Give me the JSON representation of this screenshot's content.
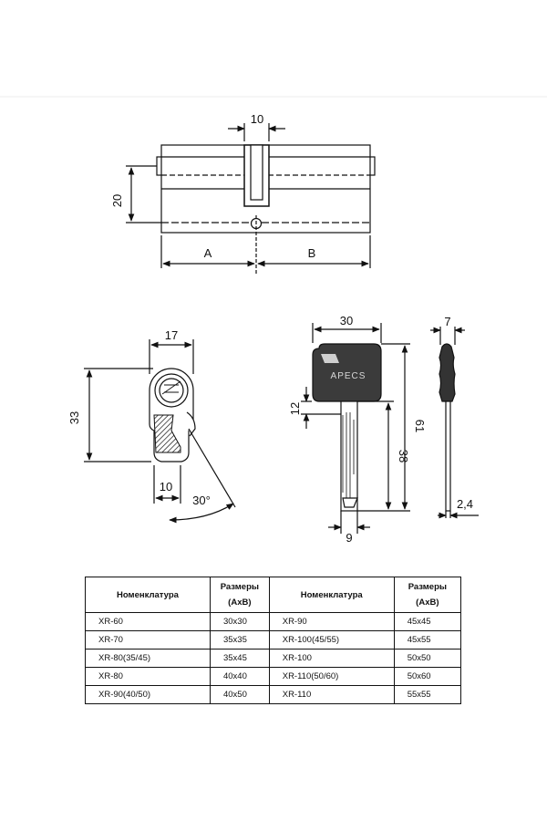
{
  "cylinder": {
    "dim_slot": "10",
    "dim_height": "20",
    "dim_a": "A",
    "dim_b": "B"
  },
  "cam_view": {
    "dim_width": "17",
    "dim_height": "33",
    "dim_bottom": "10",
    "dim_angle": "30°"
  },
  "key": {
    "brand": "APECS",
    "dim_head_width": "30",
    "dim_head": "12",
    "dim_blade": "38",
    "dim_total": "61",
    "dim_blade_width": "9"
  },
  "key_side": {
    "dim_thickness": "7",
    "dim_blade": "2,4"
  },
  "table": {
    "headers": [
      "Номенклатура",
      "Размеры (AxB)",
      "Номенклатура",
      "Размеры (AxB)"
    ],
    "headers_line1": [
      "Номенклатура",
      "Размеры",
      "Номенклатура",
      "Размеры"
    ],
    "headers_line2": [
      "",
      "(AxB)",
      "",
      "(AxB)"
    ],
    "rows": [
      [
        "XR-60",
        "30x30",
        "XR-90",
        "45x45"
      ],
      [
        "XR-70",
        "35x35",
        "XR-100(45/55)",
        "45x55"
      ],
      [
        "XR-80(35/45)",
        "35x45",
        "XR-100",
        "50x50"
      ],
      [
        "XR-80",
        "40x40",
        "XR-110(50/60)",
        "50x60"
      ],
      [
        "XR-90(40/50)",
        "40x50",
        "XR-110",
        "55x55"
      ]
    ]
  }
}
